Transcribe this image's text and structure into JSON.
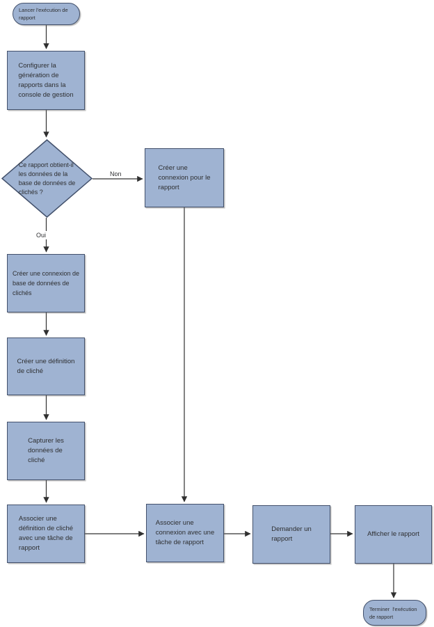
{
  "diagram": {
    "type": "flowchart",
    "language": "fr",
    "colors": {
      "node_fill": "#9fb3d2",
      "node_border": "#42506b",
      "connector": "#303030",
      "text": "#2e2f31",
      "background": "#ffffff"
    },
    "nodes": {
      "start": {
        "type": "terminator",
        "label": "Lancer l'exécution de\nrapport"
      },
      "configure": {
        "type": "process",
        "label": "Configurer la\ngénération de\nrapports dans la\nconsole de gestion"
      },
      "decision": {
        "type": "decision",
        "label": "Ce rapport obtient-il\nles données de la\nbase de données de\nclichés ?"
      },
      "create_conn_report": {
        "type": "process",
        "label": "Créer une\nconnexion pour le\nrapport"
      },
      "create_conn_snapshot_db": {
        "type": "process",
        "label": "Créer une connexion de\nbase de données de\nclichés"
      },
      "create_snapshot_def": {
        "type": "process",
        "label": "Créer une définition\nde cliché"
      },
      "capture_snapshot_data": {
        "type": "process",
        "label": "Capturer les\ndonnées de\ncliché"
      },
      "assoc_def_task": {
        "type": "process",
        "label": "Associer une\ndéfinition de cliché\navec une tâche de\nrapport"
      },
      "assoc_conn_task": {
        "type": "process",
        "label": "Associer une\nconnexion avec une\ntâche de rapport"
      },
      "request_report": {
        "type": "process",
        "label": "Demander un\nrapport"
      },
      "display_report": {
        "type": "process",
        "label": "Afficher le rapport"
      },
      "end": {
        "type": "terminator",
        "label": "Terminer  l'exécution\nde rapport"
      }
    },
    "edge_labels": {
      "non": "Non",
      "oui": "Oui"
    }
  }
}
